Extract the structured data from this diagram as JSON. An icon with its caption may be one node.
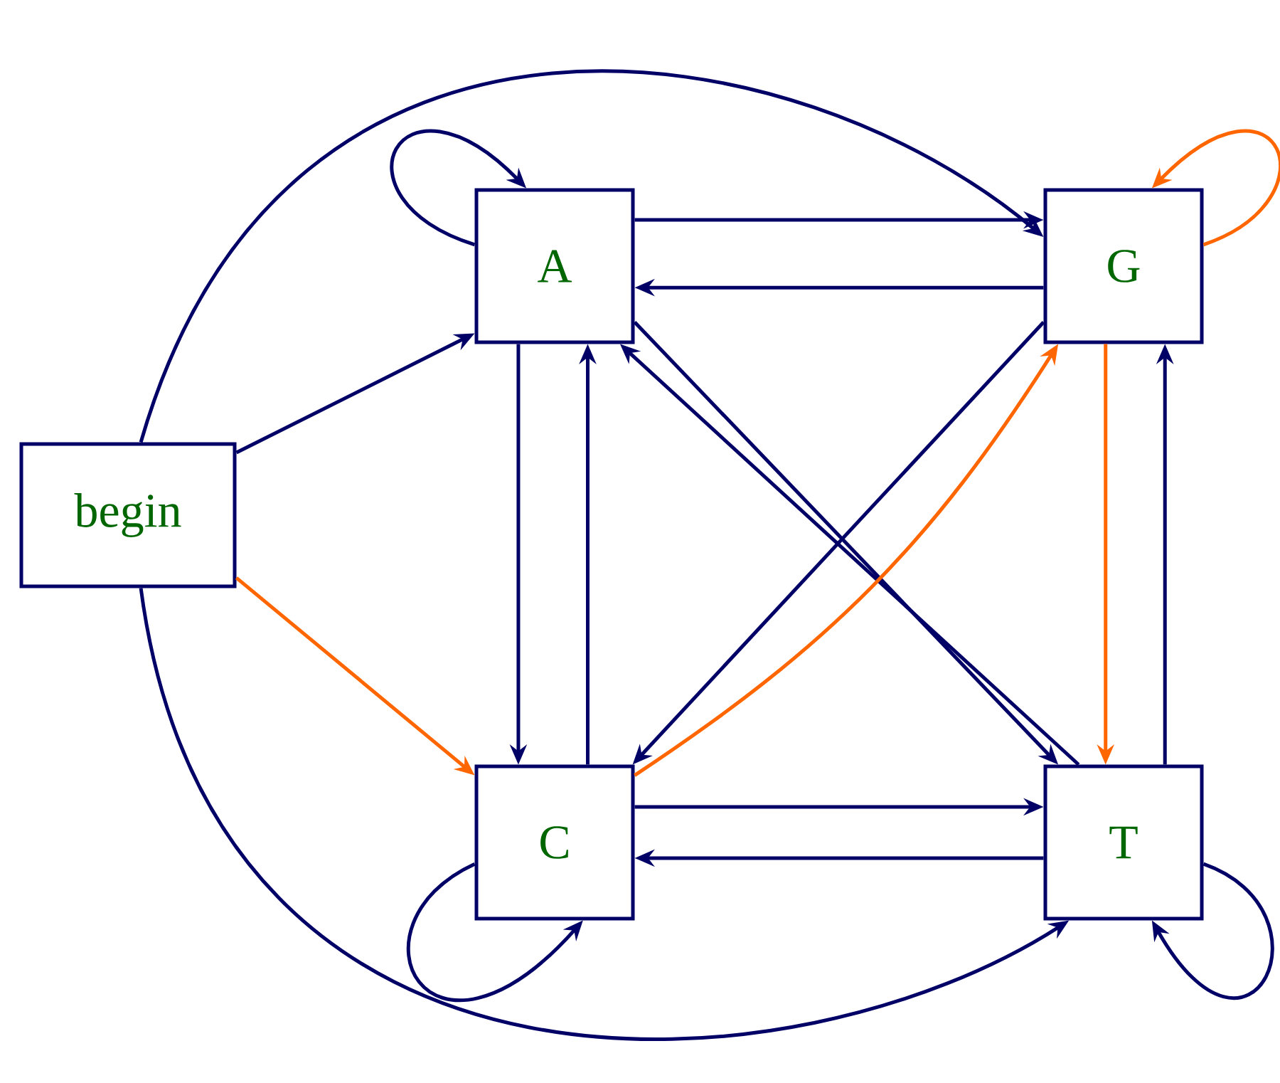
{
  "diagram": {
    "nodes": [
      {
        "text": [
          "begin"
        ]
      },
      {
        "text": [
          "A"
        ]
      },
      {
        "text": [
          "G"
        ]
      },
      {
        "text": [
          "C"
        ]
      },
      {
        "text": [
          "T"
        ]
      }
    ],
    "edges": [
      {
        "from": 0,
        "to": 1,
        "arrow": "to"
      },
      {
        "from": 0,
        "to": 3,
        "arrow": "to",
        "color": "#ff6600"
      },
      {
        "from": 0,
        "to": 2,
        "arrow": "to"
      },
      {
        "from": 0,
        "to": 4,
        "arrow": "to"
      },
      {
        "from": 1,
        "to": 1,
        "arrow": "to"
      },
      {
        "from": 2,
        "to": 2,
        "arrow": "to",
        "color": "#ff6600"
      },
      {
        "from": 3,
        "to": 3,
        "arrow": "to"
      },
      {
        "from": 4,
        "to": 4,
        "arrow": "to"
      },
      {
        "from": 1,
        "to": 2,
        "arrow": "to"
      },
      {
        "from": 2,
        "to": 1,
        "arrow": "to"
      },
      {
        "from": 1,
        "to": 3,
        "arrow": "to"
      },
      {
        "from": 3,
        "to": 1,
        "arrow": "to"
      },
      {
        "from": 2,
        "to": 4,
        "arrow": "to",
        "color": "#ff6600"
      },
      {
        "from": 4,
        "to": 2,
        "arrow": "to"
      },
      {
        "from": 3,
        "to": 4,
        "arrow": "to"
      },
      {
        "from": 4,
        "to": 3,
        "arrow": "to"
      },
      {
        "from": 1,
        "to": 4,
        "arrow": "to"
      },
      {
        "from": 4,
        "to": 1,
        "arrow": "to"
      },
      {
        "from": 2,
        "to": 3,
        "arrow": "to"
      },
      {
        "from": 3,
        "to": 2,
        "arrow": "to",
        "color": "#ff6600"
      }
    ]
  }
}
